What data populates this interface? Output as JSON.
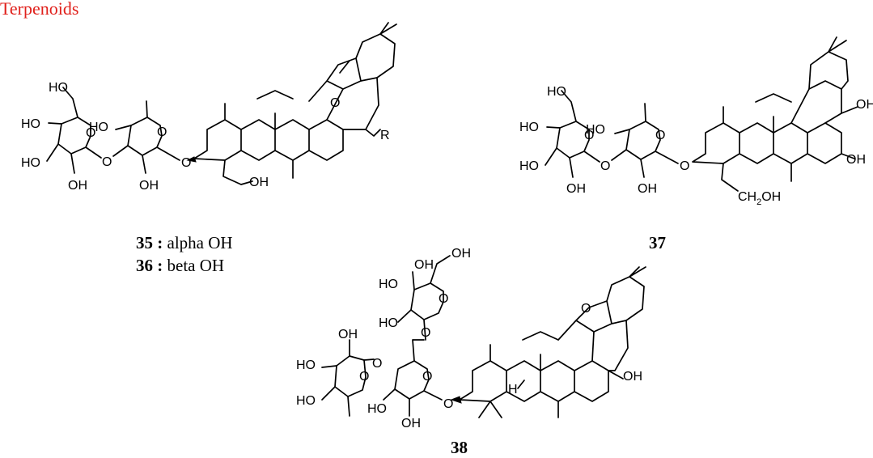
{
  "heading": "Terpenoids",
  "compounds": [
    {
      "id": "35",
      "sep": " : ",
      "desc": "alpha OH"
    },
    {
      "id": "36",
      "sep": " : ",
      "desc": "beta OH"
    },
    {
      "id": "37"
    },
    {
      "id": "38"
    }
  ],
  "atom_labels": {
    "ho": "HO",
    "oh": "OH",
    "o": "O",
    "r": "R",
    "h": "H",
    "ch2oh_a": "CH",
    "ch2oh_sub": "2",
    "ch2oh_b": "OH"
  }
}
